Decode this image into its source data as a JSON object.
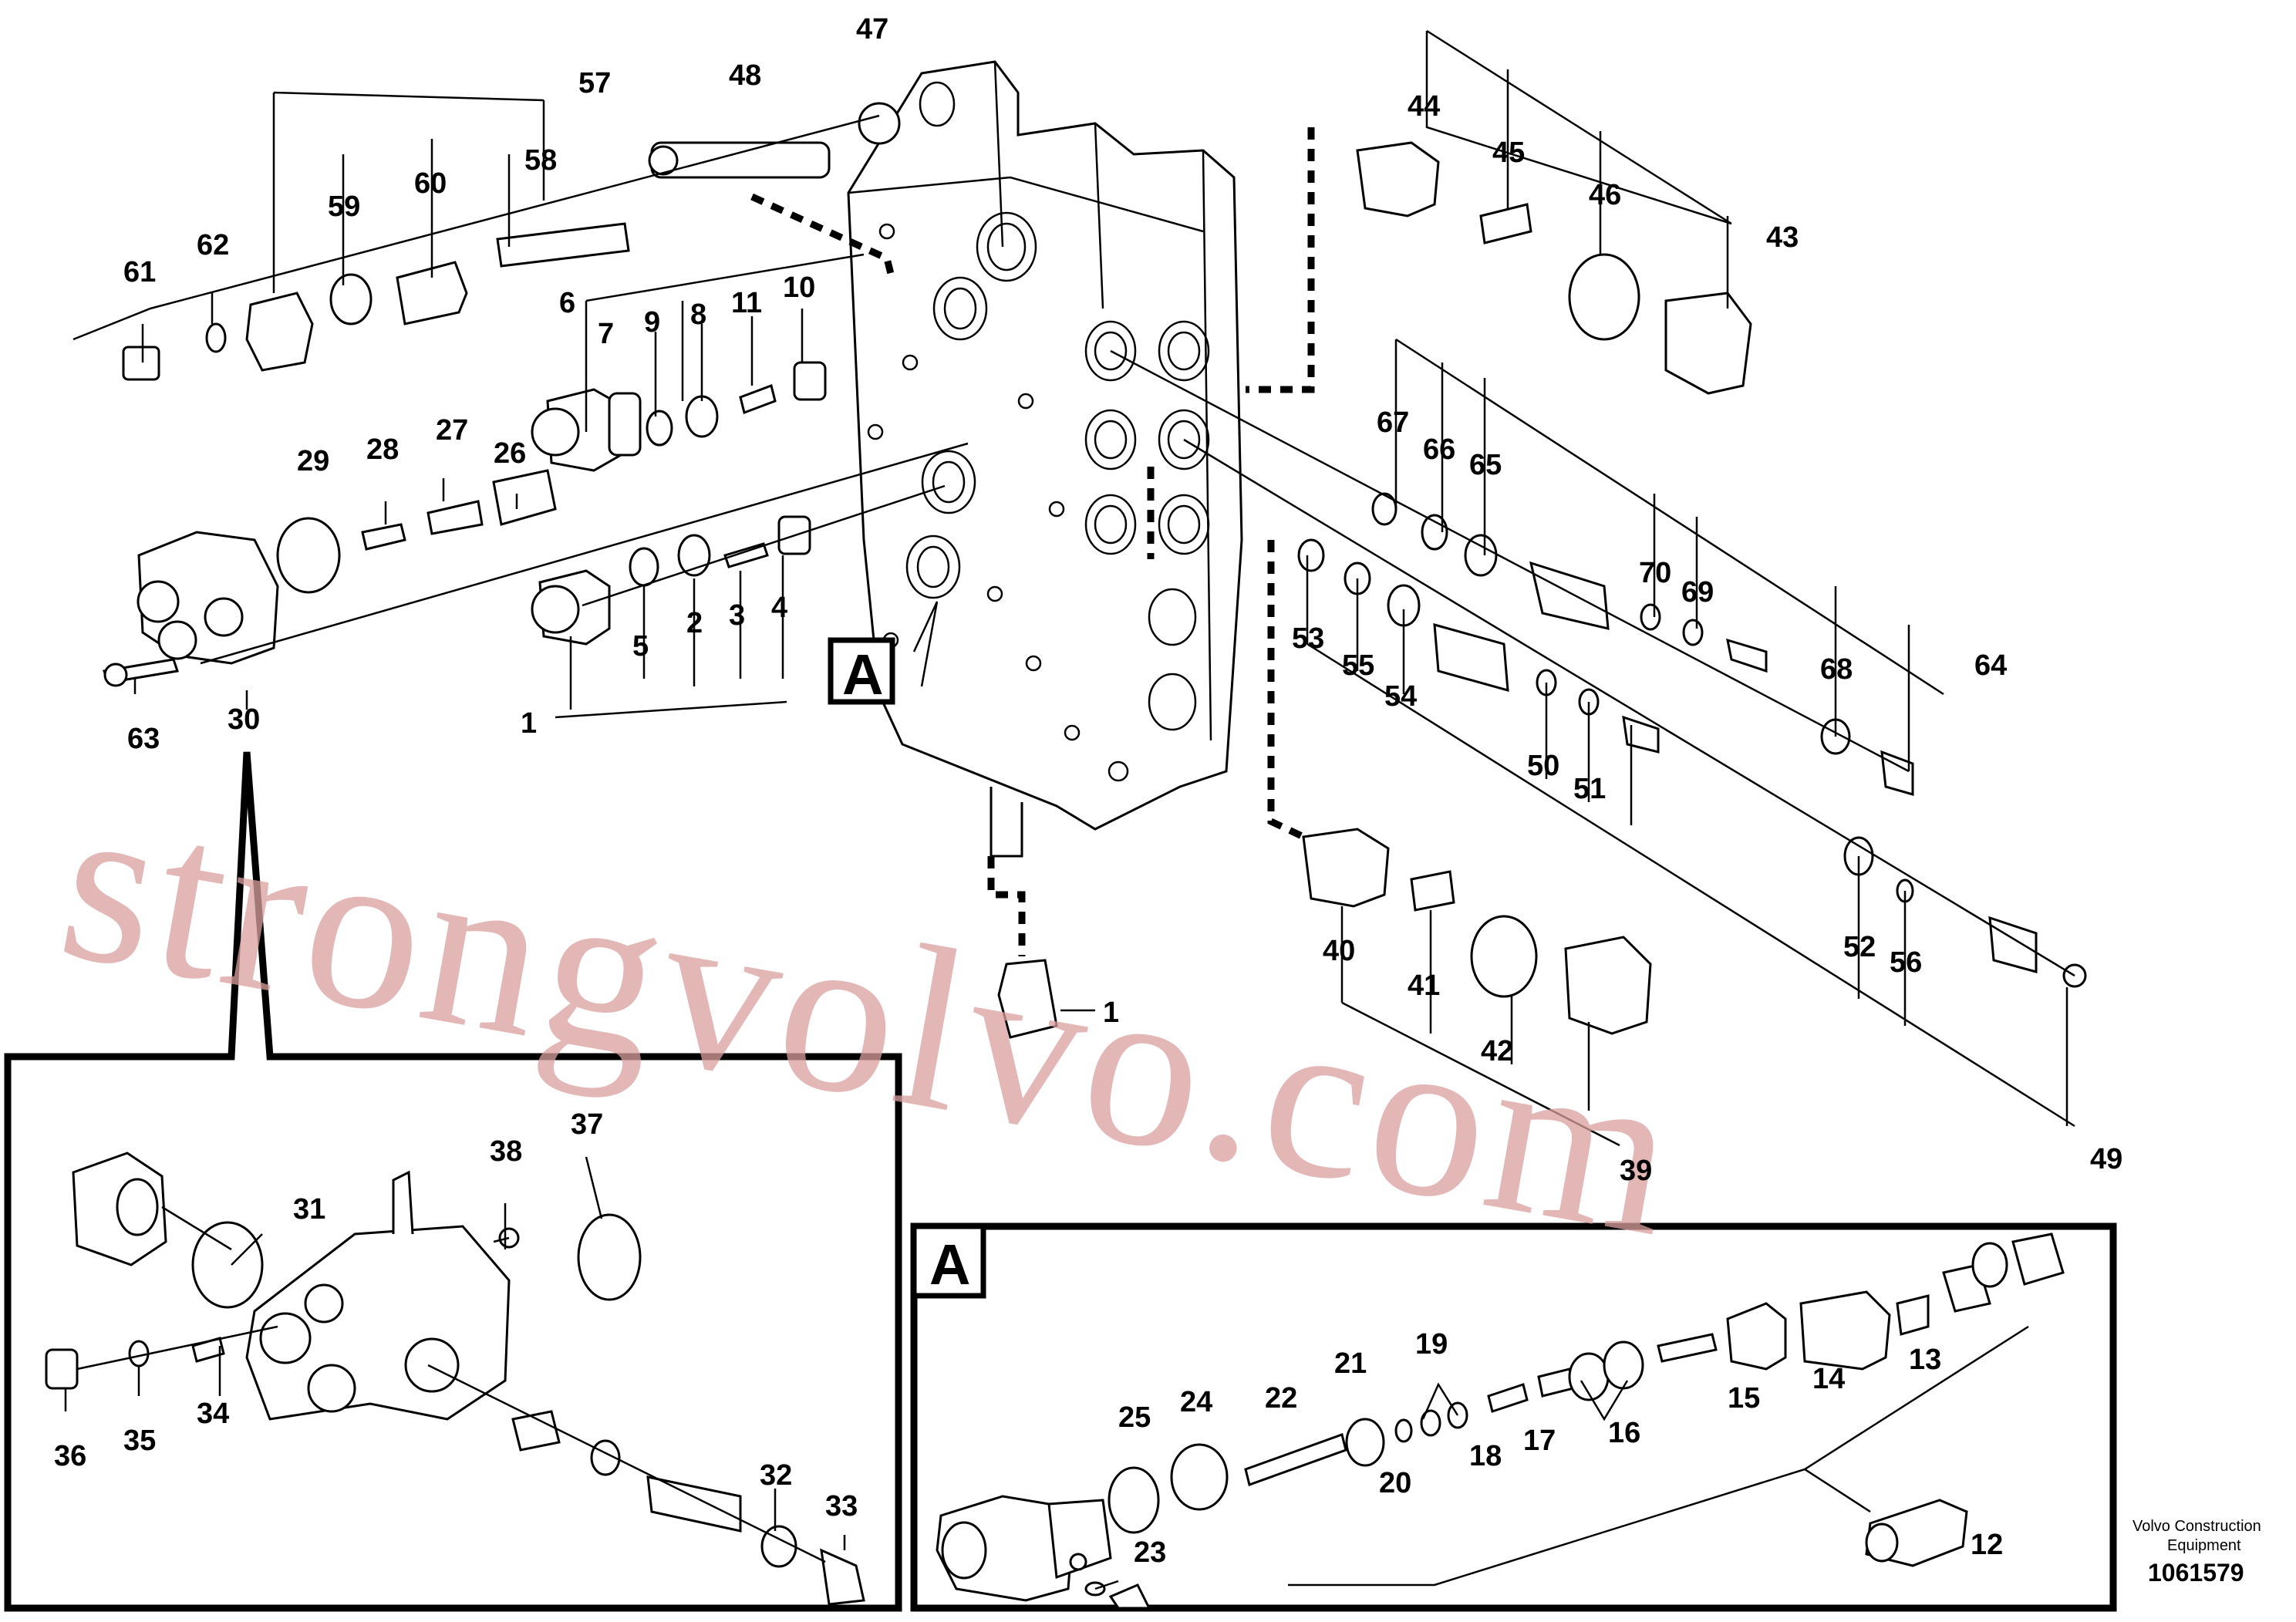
{
  "callouts": {
    "c1a": "1",
    "c1b": "1",
    "c2": "2",
    "c3": "3",
    "c4": "4",
    "c5": "5",
    "c6": "6",
    "c7": "7",
    "c8": "8",
    "c9": "9",
    "c10": "10",
    "c11": "11",
    "c12": "12",
    "c13": "13",
    "c14": "14",
    "c15": "15",
    "c16": "16",
    "c17": "17",
    "c18": "18",
    "c19": "19",
    "c20": "20",
    "c21": "21",
    "c22": "22",
    "c23": "23",
    "c24": "24",
    "c25": "25",
    "c26": "26",
    "c27": "27",
    "c28": "28",
    "c29": "29",
    "c30": "30",
    "c31": "31",
    "c32": "32",
    "c33": "33",
    "c34": "34",
    "c35": "35",
    "c36": "36",
    "c37": "37",
    "c38": "38",
    "c39": "39",
    "c40": "40",
    "c41": "41",
    "c42": "42",
    "c43": "43",
    "c44": "44",
    "c45": "45",
    "c46": "46",
    "c47": "47",
    "c48": "48",
    "c49": "49",
    "c50": "50",
    "c51": "51",
    "c52": "52",
    "c53": "53",
    "c54": "54",
    "c55": "55",
    "c56": "56",
    "c57": "57",
    "c58": "58",
    "c59": "59",
    "c60": "60",
    "c61": "61",
    "c62": "62",
    "c63": "63",
    "c64": "64",
    "c65": "65",
    "c66": "66",
    "c67": "67",
    "c68": "68",
    "c69": "69",
    "c70": "70"
  },
  "detail_marker": "A",
  "detail_header": "A",
  "watermark": "strongvolvo.com",
  "footer": {
    "brand_line1": "Volvo Construction",
    "brand_line2": "Equipment",
    "doc_number": "1061579"
  }
}
